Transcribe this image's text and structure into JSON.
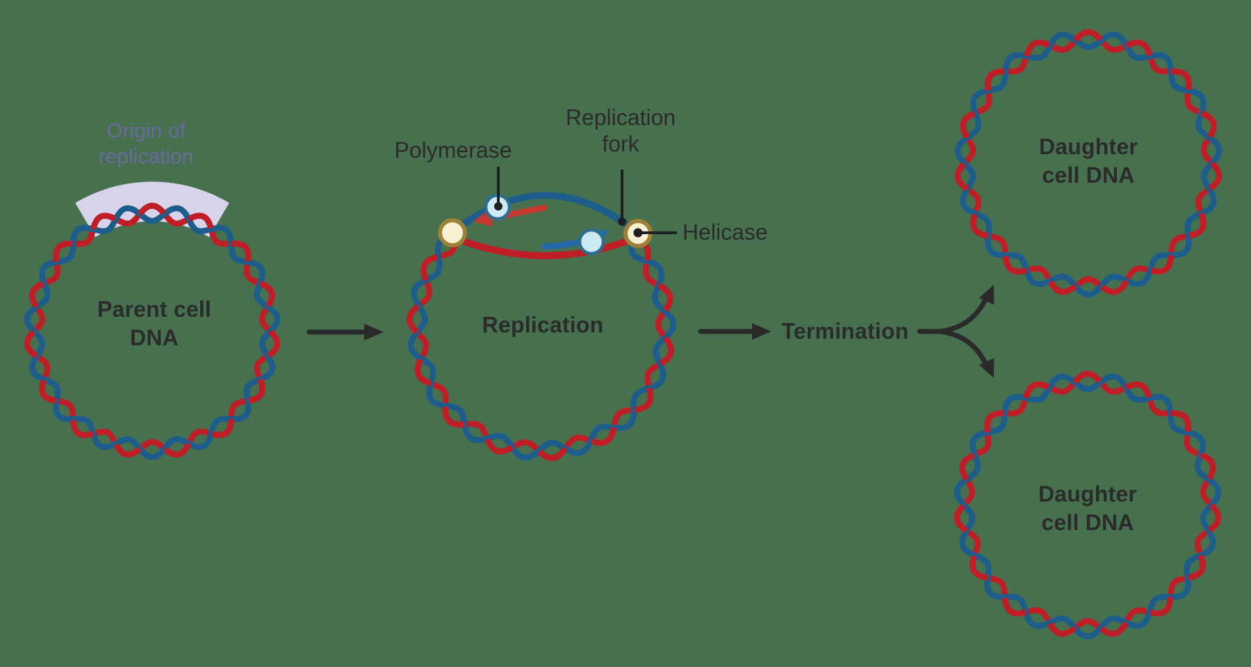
{
  "title": "DNA replication diagram",
  "colors": {
    "background": "#47714e",
    "strand_red": "#bf1e26",
    "strand_blue": "#1c5d8c",
    "origin_band": "#d8d3eb",
    "origin_text": "#6a69a0",
    "dark_text": "#2b2b2b",
    "pointer_black": "#1f1f1f",
    "arrow_black": "#2b2a2a",
    "helicase_fill": "#f7f0d2",
    "helicase_stroke": "#9c8136",
    "polymerase_fill": "#cde9f4",
    "polymerase_stroke": "#2c6e90",
    "bubble_arrow_red": "#c33a30",
    "bubble_arrow_blue": "#2468a8"
  },
  "stages": {
    "parent": {
      "label": "Parent cell\nDNA"
    },
    "origin": {
      "label": "Origin of\nreplication"
    },
    "replication": {
      "label": "Replication"
    },
    "termination": {
      "label": "Termination"
    },
    "daughter_top": {
      "label": "Daughter\ncell DNA"
    },
    "daughter_bottom": {
      "label": "Daughter\ncell DNA"
    }
  },
  "annotations": {
    "polymerase": {
      "label": "Polymerase"
    },
    "replication_fork": {
      "label": "Replication\nfork"
    },
    "helicase": {
      "label": "Helicase"
    }
  }
}
